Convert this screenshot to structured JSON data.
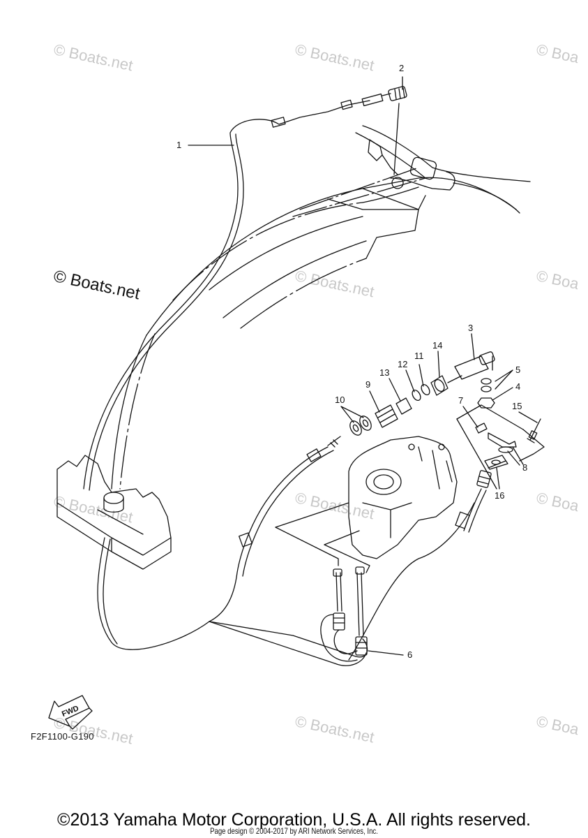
{
  "watermarks": [
    "© Boats.net",
    "© Boats.net",
    "© Boa",
    "© Boats.net",
    "© Boats.net",
    "© Boa",
    "© Boats.net",
    "© Boa",
    "© Boats.net",
    "© Boats.net",
    "© Boa"
  ],
  "watermark_prominent": "© Boats.net",
  "callouts": [
    "1",
    "2",
    "3",
    "4",
    "5",
    "6",
    "7",
    "8",
    "9",
    "10",
    "11",
    "12",
    "13",
    "14",
    "15",
    "16"
  ],
  "fwd_label": "FWD",
  "diagram_code": "F2F1100-G190",
  "copyright": "©2013 Yamaha Motor Corporation, U.S.A. All rights reserved.",
  "page_design": "Page design © 2004-2017 by ARI Network Services, Inc."
}
